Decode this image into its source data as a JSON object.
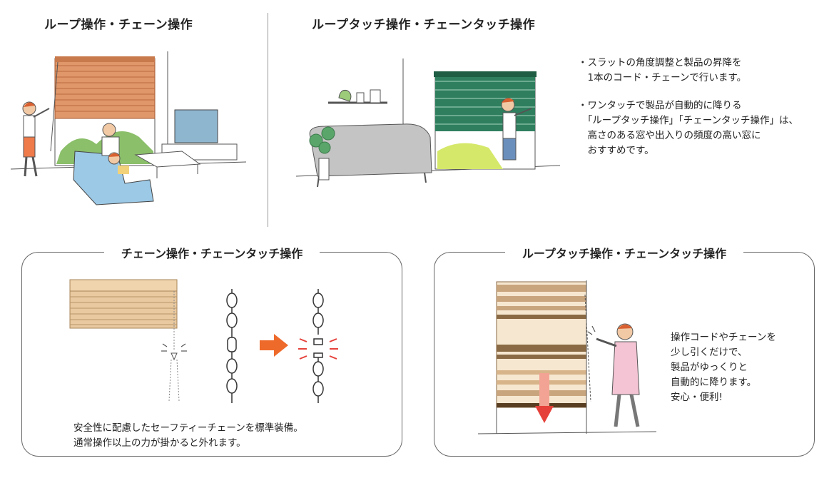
{
  "top_left": {
    "title": "ループ操作・チェーン操作"
  },
  "top_right": {
    "title": "ループタッチ操作・チェーンタッチ操作",
    "bullets": [
      "・スラットの角度調整と製品の昇降を\n　1本のコード・チェーンで行います。",
      "・ワンタッチで製品が自動的に降りる\n　「ループタッチ操作」「チェーンタッチ操作」は、\n　高さのある窓や出入りの頻度の高い窓に\n　おすすめです。"
    ]
  },
  "panel_left": {
    "title": "チェーン操作・チェーンタッチ操作",
    "caption": "安全性に配慮したセーフティーチェーンを標準装備。\n通常操作以上の力が掛かると外れます。"
  },
  "panel_right": {
    "title": "ループタッチ操作・チェーンタッチ操作",
    "caption": "操作コードやチェーンを\n少し引くだけで、\n製品がゆっくりと\n自動的に降ります。\n安心・便利!"
  },
  "colors": {
    "accent_orange": "#ee6a2a",
    "arrow_red": "#e5413a",
    "blind_orange": "#e0976a",
    "blind_green": "#2f7f5f",
    "sofa_blue": "#9cc9e6",
    "sofa_gray": "#c4c4c4",
    "blind_tan": "#e9c9a0"
  }
}
